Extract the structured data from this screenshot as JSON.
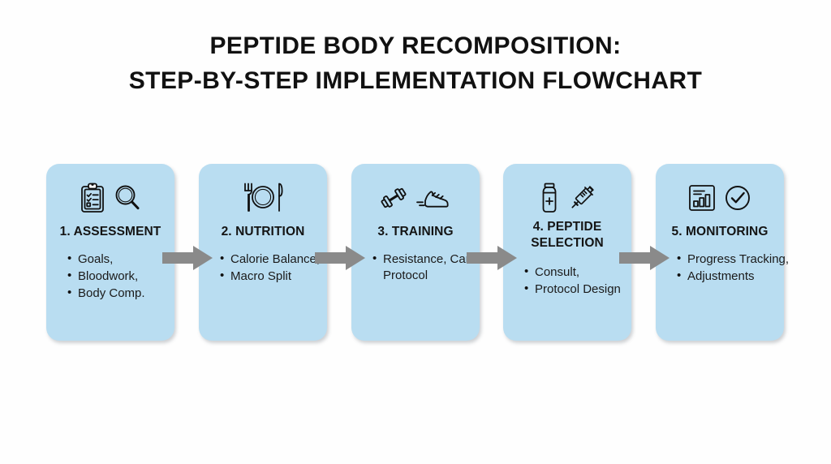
{
  "title": {
    "line1": "PEPTIDE BODY RECOMPOSITION:",
    "line2": "STEP-BY-STEP IMPLEMENTATION FLOWCHART"
  },
  "colors": {
    "background": "#fefefe",
    "card_fill": "#b9ddf1",
    "arrow_fill": "#8a8a8a",
    "text": "#141414"
  },
  "steps": [
    {
      "number": "1",
      "title": "1. ASSESSMENT",
      "icons": [
        "clipboard-checklist-icon",
        "magnifier-icon"
      ],
      "bullets": [
        "Goals,",
        "Bloodwork,",
        "Body Comp."
      ]
    },
    {
      "number": "2",
      "title": "2. NUTRITION",
      "icons": [
        "fork-plate-knife-icon"
      ],
      "bullets": [
        "Calorie Balance,",
        "Macro Split"
      ]
    },
    {
      "number": "3",
      "title": "3. TRAINING",
      "icons": [
        "dumbbell-icon",
        "running-shoe-icon"
      ],
      "bullets": [
        "Resistance, Cardio Protocol"
      ]
    },
    {
      "number": "4",
      "title_line1": "4. PEPTIDE",
      "title_line2": "SELECTION",
      "icons": [
        "vial-icon",
        "syringe-icon"
      ],
      "bullets": [
        "Consult,",
        "Protocol Design"
      ]
    },
    {
      "number": "5",
      "title": "5. MONITORING",
      "icons": [
        "bar-chart-icon",
        "check-circle-icon"
      ],
      "bullets": [
        "Progress Tracking,",
        "Adjustments"
      ]
    }
  ],
  "arrows": [
    {
      "name": "arrow-step1-to-step2"
    },
    {
      "name": "arrow-step2-to-step3"
    },
    {
      "name": "arrow-step3-to-step4"
    },
    {
      "name": "arrow-step4-to-step5"
    }
  ]
}
